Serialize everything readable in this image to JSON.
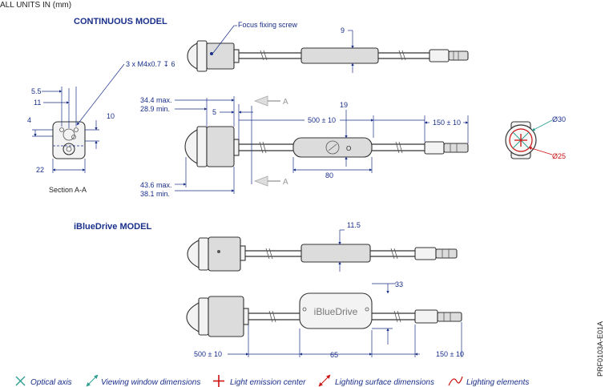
{
  "header": {
    "units_note": "ALL UNITS IN (mm)"
  },
  "continuous": {
    "title": "CONTINUOUS MODEL",
    "focus_label": "Focus fixing screw",
    "dim_9": "9",
    "screw_spec": "3 x M4x0.7 ↧ 6",
    "dim_5_5": "5.5",
    "dim_11": "11",
    "dim_4": "4",
    "dim_10": "10",
    "dim_22": "22",
    "section_label": "Section A-A",
    "dim_34_4": "34.4 max.",
    "dim_28_9": "28.9  min.",
    "dim_5": "5",
    "section_a_top": "A",
    "section_a_bottom": "A",
    "dim_19": "19",
    "dim_500": "500 ± 10",
    "dim_150": "150 ± 10",
    "dim_80": "80",
    "dim_43_6": "43.6 max.",
    "dim_38_1": "38.1 min.",
    "dia_30": "Ø30",
    "dia_25": "Ø25"
  },
  "ibluedrive": {
    "title": "iBlueDrive MODEL",
    "dim_11_5": "11.5",
    "dim_33": "33",
    "box_label": "iBlueDrive",
    "dim_500": "500 ± 10",
    "dim_65": "65",
    "dim_150": "150 ± 10"
  },
  "legend": {
    "items": [
      {
        "label": "Optical axis",
        "icon": "x-cross-icon",
        "color": "#2a9d8f"
      },
      {
        "label": "Viewing window dimensions",
        "icon": "teal-double-arrow-icon",
        "color": "#2a9d8f"
      },
      {
        "label": "Light emission center",
        "icon": "red-plus-icon",
        "color": "#cc1111"
      },
      {
        "label": "Lighting surface dimensions",
        "icon": "red-double-arrow-icon",
        "color": "#cc1111"
      },
      {
        "label": "Lighting elements",
        "icon": "red-curve-icon",
        "color": "#cc1111"
      }
    ]
  },
  "part_code": "PRF0103A-E01A"
}
